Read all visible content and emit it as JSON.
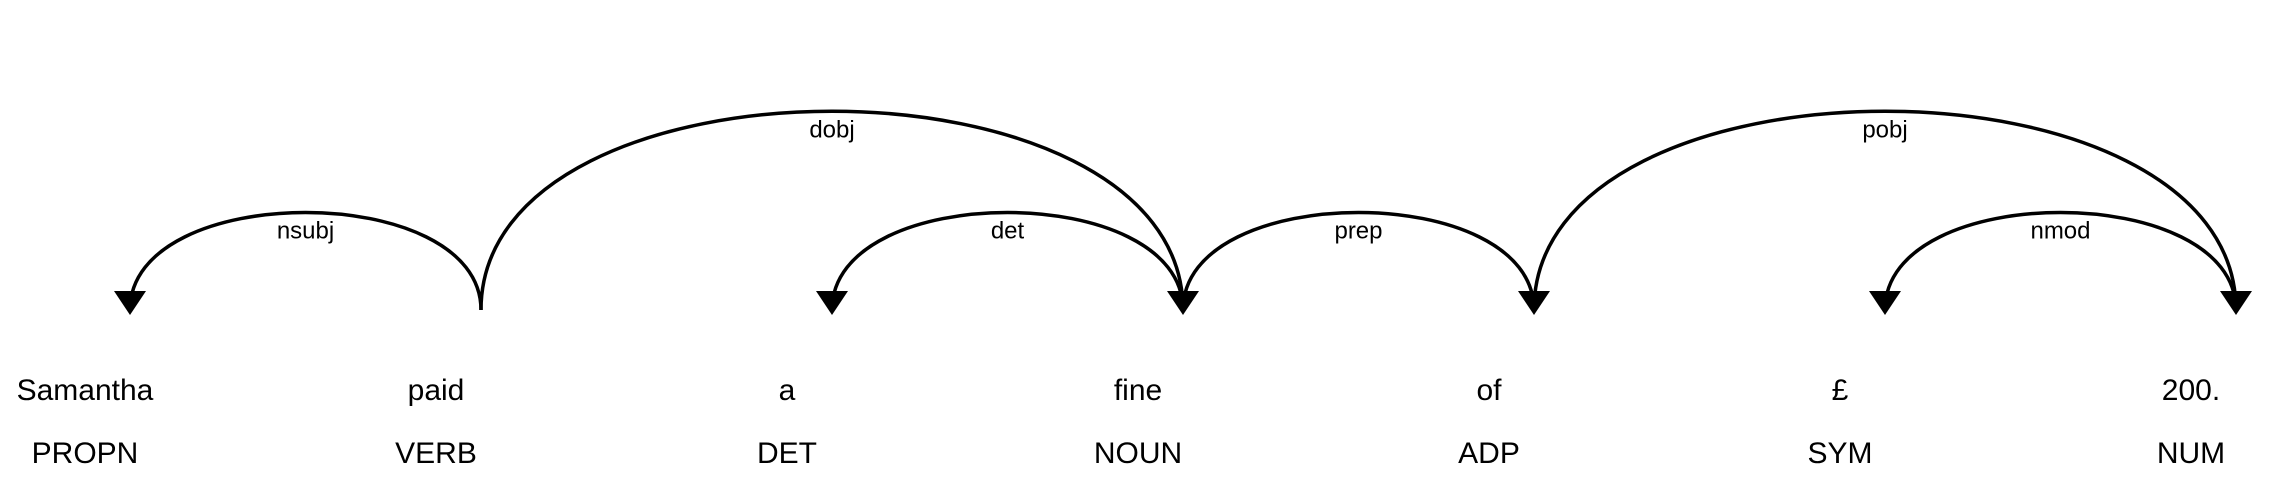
{
  "tokens": [
    {
      "text": "Samantha",
      "tag": "PROPN"
    },
    {
      "text": "paid",
      "tag": "VERB"
    },
    {
      "text": "a",
      "tag": "DET"
    },
    {
      "text": "fine",
      "tag": "NOUN"
    },
    {
      "text": "of",
      "tag": "ADP"
    },
    {
      "text": "£",
      "tag": "SYM"
    },
    {
      "text": "200.",
      "tag": "NUM"
    }
  ],
  "arcs": [
    {
      "label": "nsubj",
      "head": 1,
      "dependent": 0
    },
    {
      "label": "dobj",
      "head": 1,
      "dependent": 3
    },
    {
      "label": "det",
      "head": 3,
      "dependent": 2
    },
    {
      "label": "prep",
      "head": 3,
      "dependent": 4
    },
    {
      "label": "pobj",
      "head": 4,
      "dependent": 6
    },
    {
      "label": "nmod",
      "head": 6,
      "dependent": 5
    }
  ]
}
